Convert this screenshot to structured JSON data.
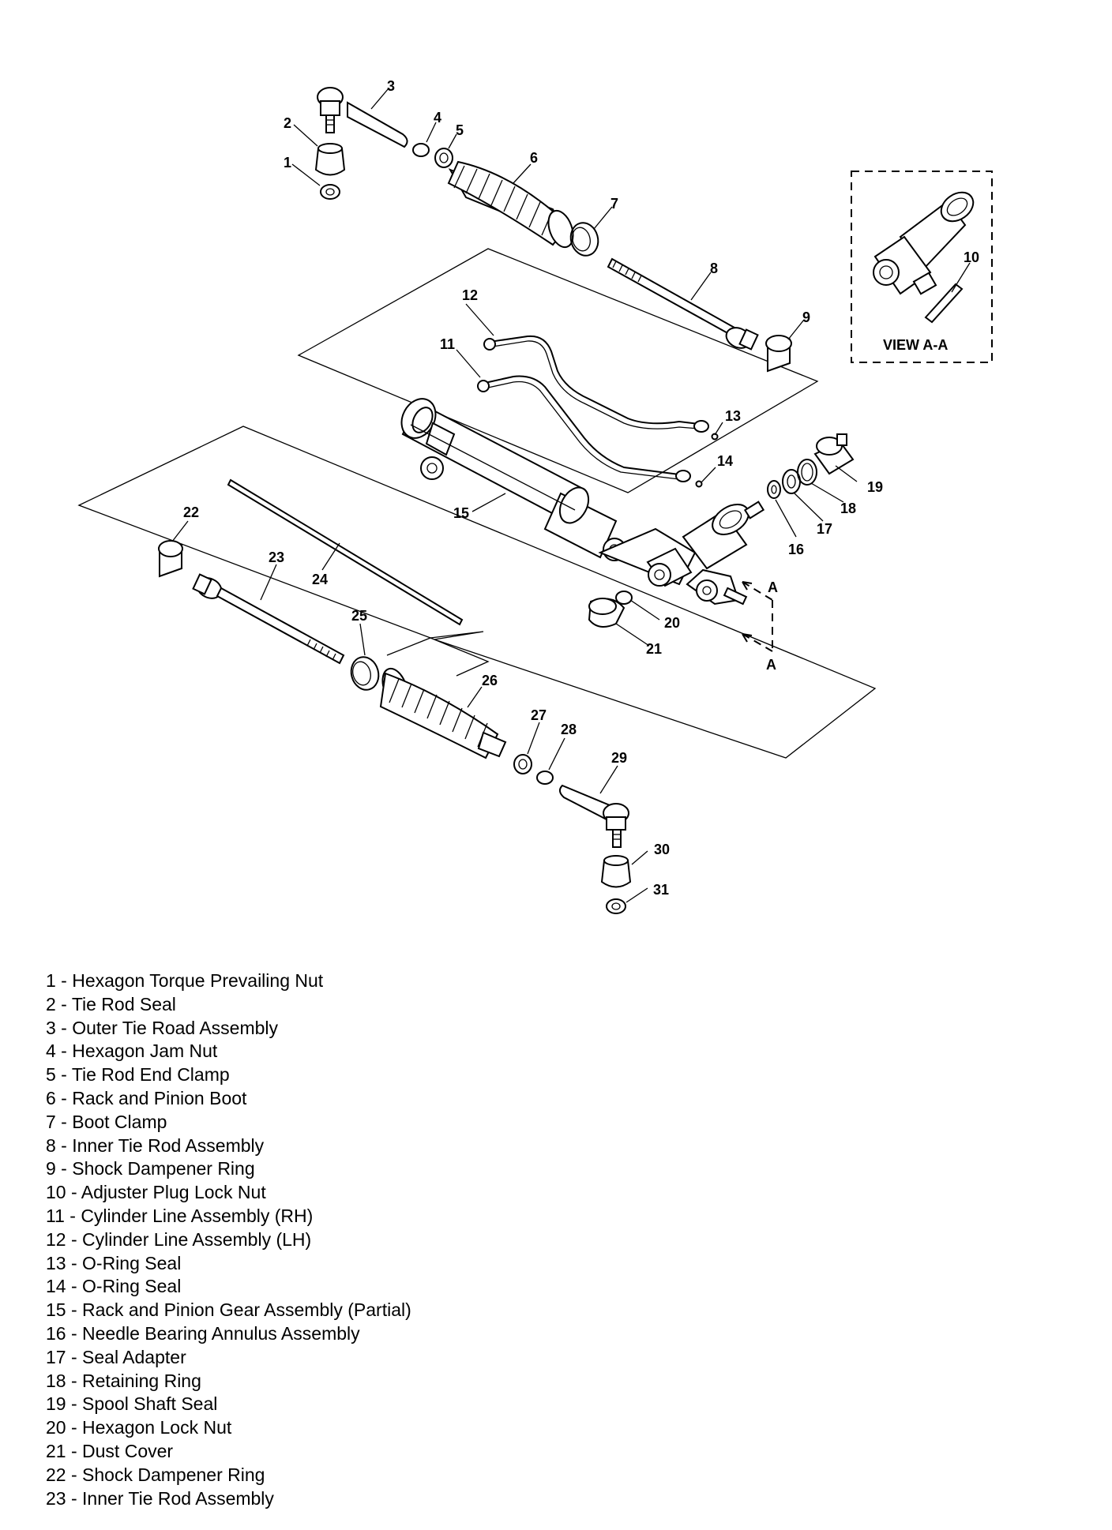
{
  "callouts": [
    "1",
    "2",
    "3",
    "4",
    "5",
    "6",
    "7",
    "8",
    "9",
    "10",
    "11",
    "12",
    "13",
    "14",
    "15",
    "16",
    "17",
    "18",
    "19",
    "20",
    "21",
    "22",
    "23",
    "24",
    "25",
    "26",
    "27",
    "28",
    "29",
    "30",
    "31"
  ],
  "view_label": "VIEW A-A",
  "section_marker": "A",
  "legend": [
    "1 - Hexagon Torque Prevailing Nut",
    "2 - Tie Rod Seal",
    "3 - Outer Tie Road Assembly",
    "4 - Hexagon Jam Nut",
    "5 - Tie Rod End Clamp",
    "6 - Rack and Pinion Boot",
    "7 - Boot Clamp",
    "8 - Inner Tie Rod Assembly",
    "9 - Shock Dampener Ring",
    "10 - Adjuster Plug Lock Nut",
    "11 - Cylinder Line Assembly (RH)",
    "12 - Cylinder Line Assembly (LH)",
    "13 - O-Ring Seal",
    "14 - O-Ring Seal",
    "15 - Rack and Pinion Gear Assembly (Partial)",
    "16 - Needle Bearing Annulus Assembly",
    "17 - Seal Adapter",
    "18 - Retaining Ring",
    "19 - Spool Shaft Seal",
    "20 - Hexagon Lock Nut",
    "21 - Dust Cover",
    "22 - Shock Dampener Ring",
    "23 - Inner Tie Rod Assembly"
  ]
}
